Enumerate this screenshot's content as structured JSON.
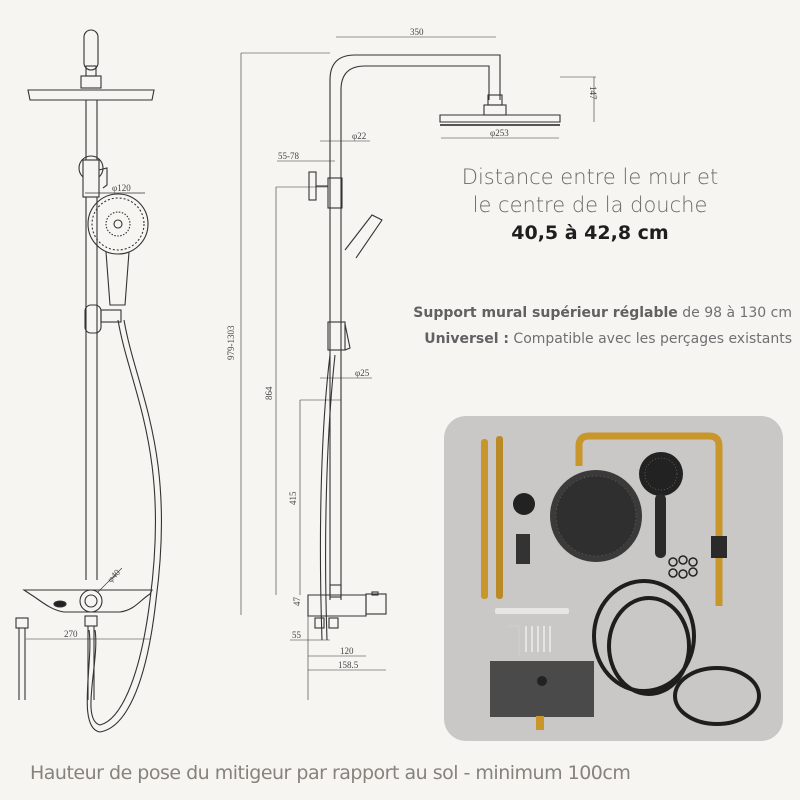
{
  "headline": {
    "line1": "Distance entre le mur et",
    "line2": "le centre de la douche",
    "value": "40,5 à 42,8 cm"
  },
  "features": [
    {
      "bold": "Support mural supérieur réglable",
      "text": " de 98 à 130 cm"
    },
    {
      "bold": "Universel :",
      "text": " Compatible avec les perçages existants"
    }
  ],
  "footer": "Hauteur de pose du mitigeur par rapport au sol - minimum 100cm",
  "dimensions": {
    "front": {
      "handshower_diameter": "φ120",
      "valve_diameter": "φ40",
      "shelf_width": "270"
    },
    "side": {
      "arm_length": "350",
      "head_height": "147",
      "head_diameter": "φ253",
      "pipe_top_diameter": "φ22",
      "bracket_offset": "55-78",
      "total_height": "979-1303",
      "slide_height": "864",
      "pipe_bottom_diameter": "φ25",
      "lower_height": "415",
      "shelf_thickness": "47",
      "connector_offset": "55",
      "shelf_depth": "120",
      "total_depth": "158.5"
    }
  },
  "colors": {
    "background": "#f6f5f1",
    "photo_bg": "#c9c8c6",
    "gold": "#c8962a",
    "black": "#2a2a2a"
  }
}
